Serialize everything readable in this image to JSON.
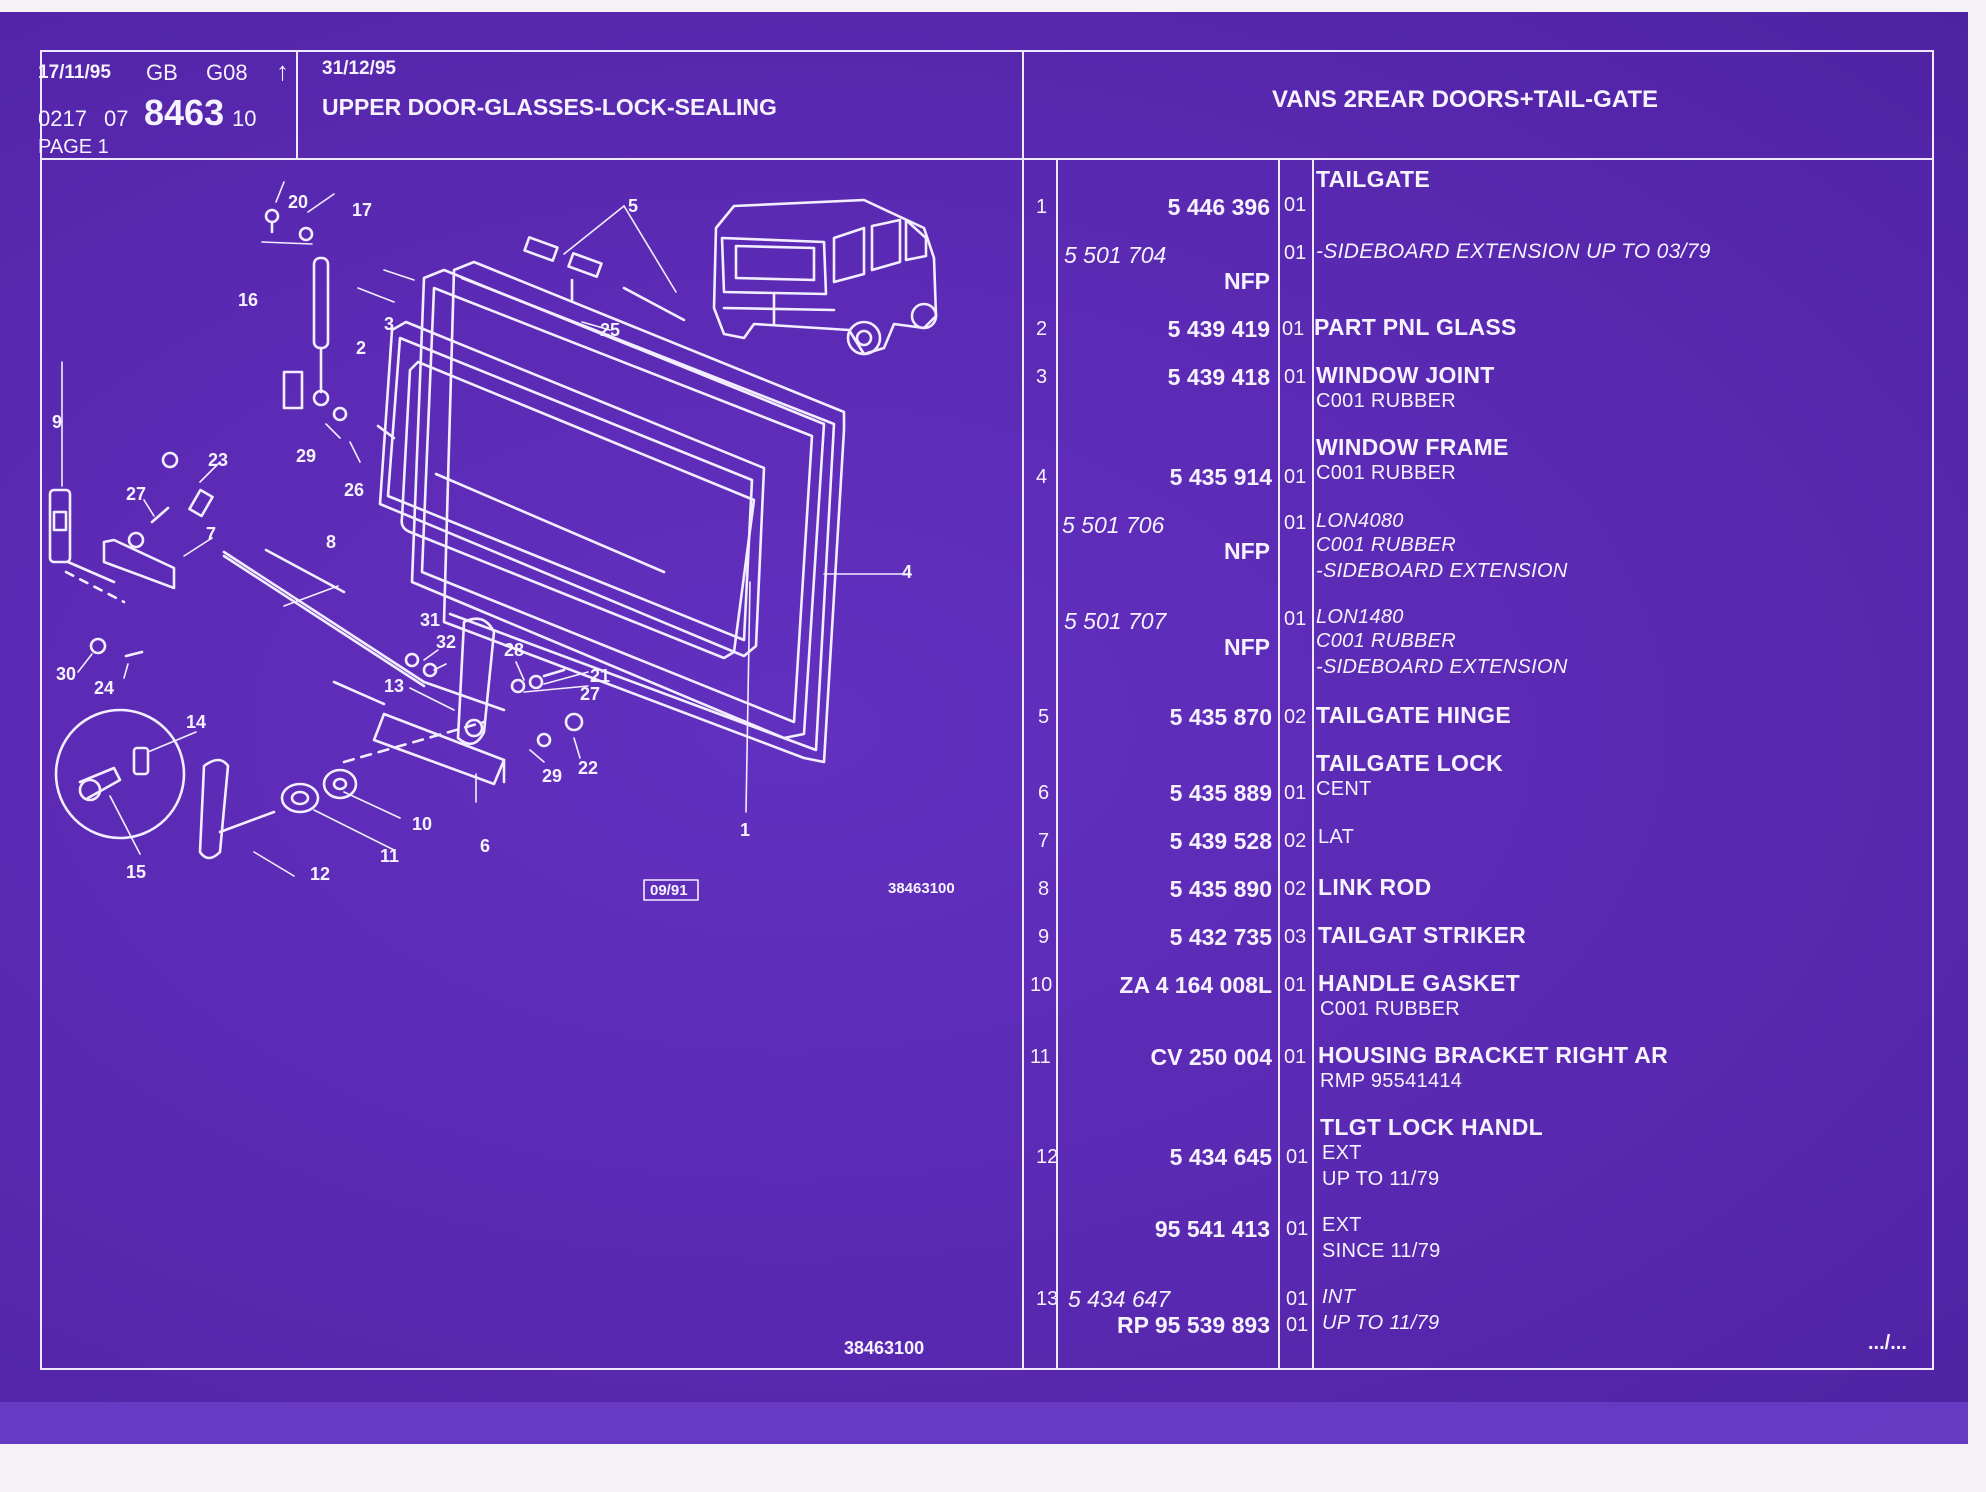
{
  "header": {
    "date1": "17/11/95",
    "lang": "GB",
    "group": "G08",
    "arrow": "↑",
    "date2": "31/12/95",
    "code_a": "0217",
    "code_b": "07",
    "code_main": "8463",
    "code_c": "10",
    "page": "PAGE 1",
    "title": "UPPER DOOR-GLASSES-LOCK-SEALING",
    "model": "VANS 2REAR DOORS+TAIL-GATE"
  },
  "diagram": {
    "callouts": [
      "20",
      "17",
      "16",
      "5",
      "3",
      "2",
      "25",
      "9",
      "23",
      "27",
      "29",
      "26",
      "7",
      "8",
      "4",
      "31",
      "32",
      "28",
      "21",
      "27",
      "13",
      "30",
      "24",
      "14",
      "29",
      "22",
      "10",
      "11",
      "6",
      "1",
      "15",
      "12"
    ],
    "date_box": "09/91",
    "ref_small": "38463100",
    "ref_bottom": "38463100"
  },
  "parts": [
    {
      "ref": "1",
      "pn": "5 446 396",
      "pn_italic": false,
      "nfp": "",
      "qty": "01",
      "desc_bold": "TAILGATE",
      "desc_lines": [],
      "italic_lines": []
    },
    {
      "ref": "",
      "pn": "5 501 704",
      "pn_italic": true,
      "nfp": "NFP",
      "qty": "01",
      "desc_bold": "",
      "desc_lines": [],
      "italic_lines": [
        "-SIDEBOARD EXTENSION UP  TO  03/79"
      ]
    },
    {
      "ref": "2",
      "pn": "5 439 419",
      "pn_italic": false,
      "nfp": "",
      "qty": "01",
      "desc_bold": "PART PNL GLASS",
      "desc_lines": [],
      "italic_lines": []
    },
    {
      "ref": "3",
      "pn": "5 439 418",
      "pn_italic": false,
      "nfp": "",
      "qty": "01",
      "desc_bold": "WINDOW JOINT",
      "desc_lines": [
        "C001 RUBBER"
      ],
      "italic_lines": []
    },
    {
      "ref": "4",
      "pn": "5 435 914",
      "pn_italic": false,
      "nfp": "",
      "qty": "01",
      "desc_bold": "WINDOW FRAME",
      "desc_lines": [
        "C001 RUBBER"
      ],
      "italic_lines": []
    },
    {
      "ref": "",
      "pn": "5 501 706",
      "pn_italic": true,
      "nfp": "NFP",
      "qty": "01",
      "desc_bold": "",
      "desc_lines": [],
      "italic_lines": [
        "LON4080",
        "C001 RUBBER",
        "-SIDEBOARD EXTENSION"
      ]
    },
    {
      "ref": "",
      "pn": "5 501 707",
      "pn_italic": true,
      "nfp": "NFP",
      "qty": "01",
      "desc_bold": "",
      "desc_lines": [],
      "italic_lines": [
        "LON1480",
        "C001 RUBBER",
        "-SIDEBOARD EXTENSION"
      ]
    },
    {
      "ref": "5",
      "pn": "5 435 870",
      "pn_italic": false,
      "nfp": "",
      "qty": "02",
      "desc_bold": "TAILGATE HINGE",
      "desc_lines": [],
      "italic_lines": []
    },
    {
      "ref": "6",
      "pn": "5 435 889",
      "pn_italic": false,
      "nfp": "",
      "qty": "01",
      "desc_bold": "TAILGATE LOCK",
      "desc_lines": [
        "CENT"
      ],
      "italic_lines": []
    },
    {
      "ref": "7",
      "pn": "5 439 528",
      "pn_italic": false,
      "nfp": "",
      "qty": "02",
      "desc_bold": "",
      "desc_lines": [
        "LAT"
      ],
      "italic_lines": []
    },
    {
      "ref": "8",
      "pn": "5 435 890",
      "pn_italic": false,
      "nfp": "",
      "qty": "02",
      "desc_bold": "LINK ROD",
      "desc_lines": [],
      "italic_lines": []
    },
    {
      "ref": "9",
      "pn": "5 432 735",
      "pn_italic": false,
      "nfp": "",
      "qty": "03",
      "desc_bold": "TAILGAT STRIKER",
      "desc_lines": [],
      "italic_lines": []
    },
    {
      "ref": "10",
      "pn": "ZA 4 164 008L",
      "pn_italic": false,
      "nfp": "",
      "qty": "01",
      "desc_bold": "HANDLE GASKET",
      "desc_lines": [
        "C001 RUBBER"
      ],
      "italic_lines": []
    },
    {
      "ref": "11",
      "pn": "CV 250 004",
      "pn_italic": false,
      "nfp": "",
      "qty": "01",
      "desc_bold": "HOUSING BRACKET RIGHT AR",
      "desc_lines": [
        "RMP 95541414"
      ],
      "italic_lines": []
    },
    {
      "ref": "12",
      "pn": "5 434 645",
      "pn_italic": false,
      "nfp": "",
      "qty": "01",
      "desc_bold": "TLGT LOCK HANDL",
      "desc_lines": [
        "EXT",
        "UP  TO  11/79"
      ],
      "italic_lines": []
    },
    {
      "ref": "",
      "pn": "95 541 413",
      "pn_italic": false,
      "nfp": "",
      "qty": "01",
      "desc_bold": "",
      "desc_lines": [
        "EXT",
        "SINCE  11/79"
      ],
      "italic_lines": []
    },
    {
      "ref": "13",
      "pn": "5 434 647",
      "pn_italic": true,
      "nfp": "",
      "qty": "01",
      "desc_bold": "",
      "desc_lines": [],
      "italic_lines": [
        "INT"
      ]
    },
    {
      "ref": "",
      "pn": "RP   95 539 893",
      "pn_italic": false,
      "nfp": "",
      "qty": "01",
      "desc_bold": "",
      "desc_lines": [],
      "italic_lines": [
        "UP  TO  11/79"
      ]
    }
  ],
  "footer": {
    "continued": ".../..."
  },
  "colors": {
    "background": "#5b2ab4",
    "lines": "#efe8ff"
  }
}
